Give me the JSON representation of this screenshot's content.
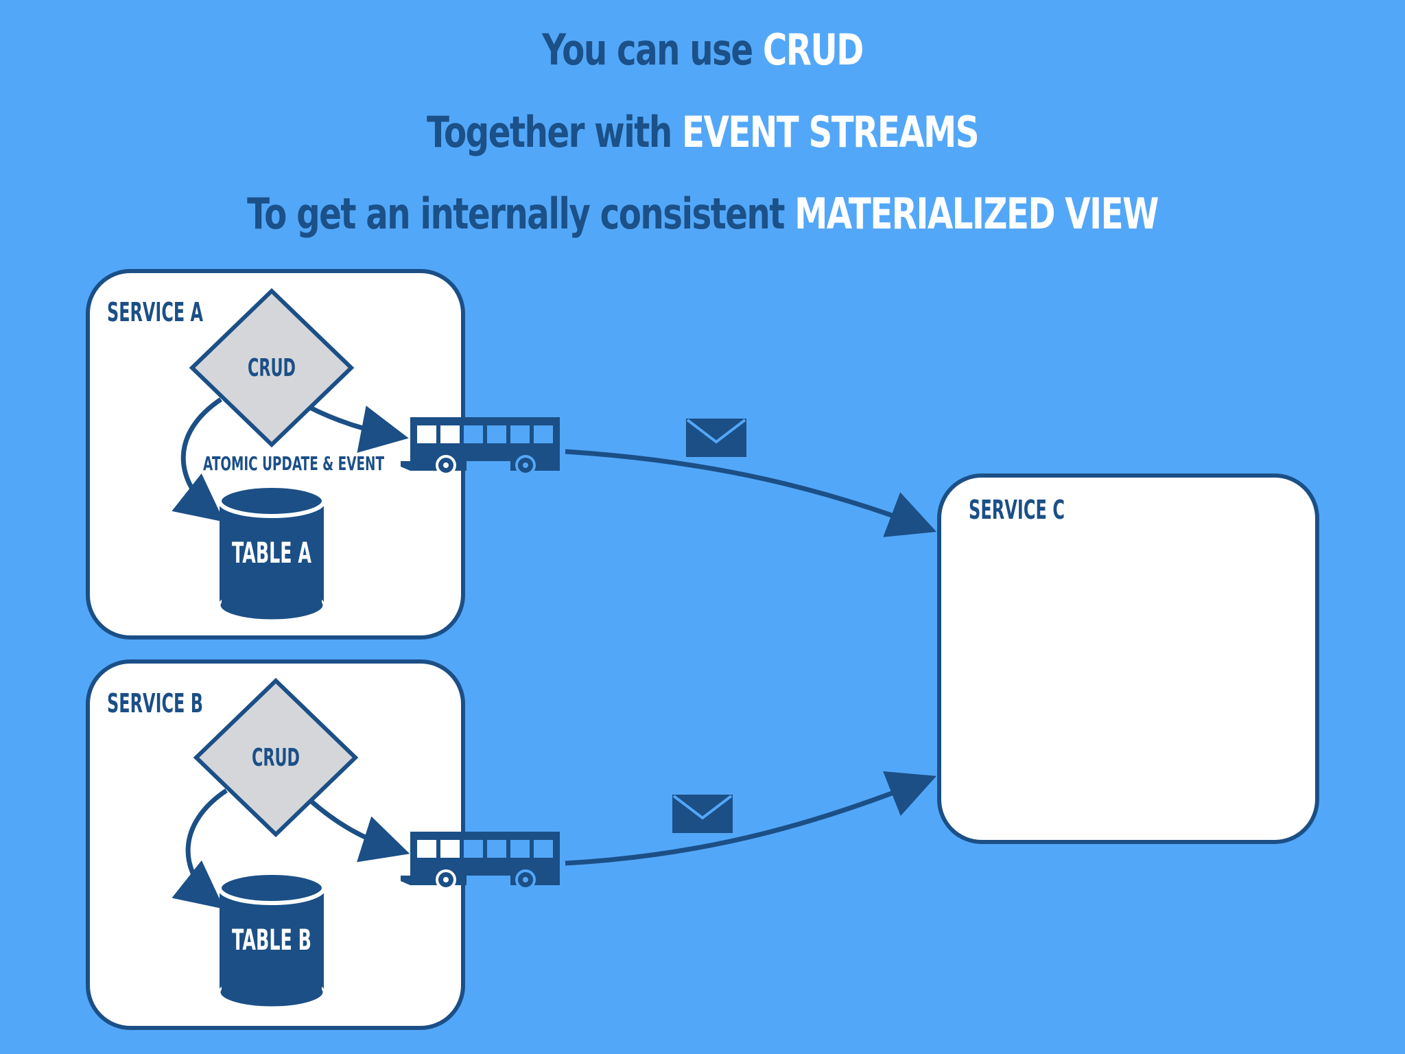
{
  "headline": {
    "line1": {
      "dark": "You can use ",
      "light": "CRUD"
    },
    "line2": {
      "dark": "Together with ",
      "light": "EVENT STREAMS"
    },
    "line3": {
      "dark": "To get an internally consistent ",
      "light": "MATERIALIZED VIEW"
    }
  },
  "service_a": {
    "label": "SERVICE A",
    "crud_label": "CRUD",
    "annotation": "ATOMIC UPDATE & EVENT",
    "table_label": "TABLE A"
  },
  "service_b": {
    "label": "SERVICE B",
    "crud_label": "CRUD",
    "table_label": "TABLE B"
  },
  "service_c": {
    "label": "SERVICE C"
  },
  "icons": {
    "bus": "bus-icon",
    "message": "envelope-icon",
    "database": "database-icon"
  },
  "colors": {
    "background": "#53a7f8",
    "dark_blue": "#1b4f86",
    "crud_fill": "#d4d6da",
    "box_fill": "#ffffff"
  }
}
